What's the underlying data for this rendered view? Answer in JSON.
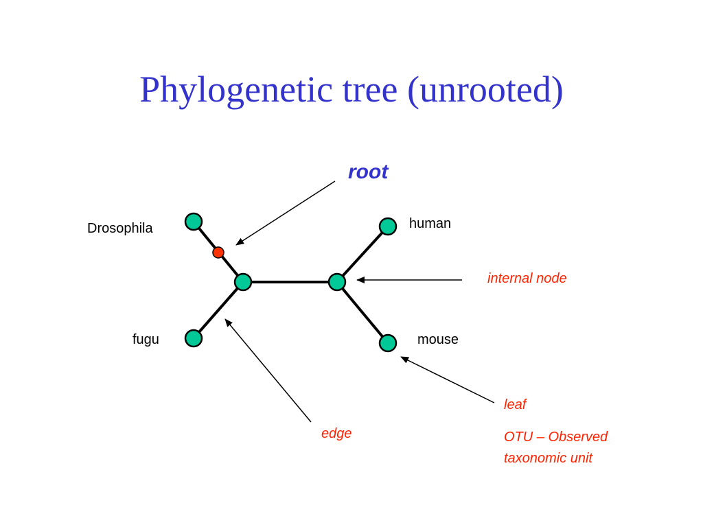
{
  "slide": {
    "title": "Phylogenetic tree (unrooted)"
  },
  "colors": {
    "title": "#3333cc",
    "root_label": "#3333cc",
    "annotation": "#ff2200",
    "node_fill": "#00c896",
    "root_node_fill": "#ff3300",
    "edge": "#000000"
  },
  "labels": {
    "root": "root",
    "taxa": {
      "drosophila": "Drosophila",
      "fugu": "fugu",
      "human": "human",
      "mouse": "mouse"
    },
    "annotations": {
      "internal_node": "internal node",
      "edge": "edge",
      "leaf": "leaf",
      "otu_line1": "OTU – Observed",
      "otu_line2": "taxonomic unit"
    }
  }
}
